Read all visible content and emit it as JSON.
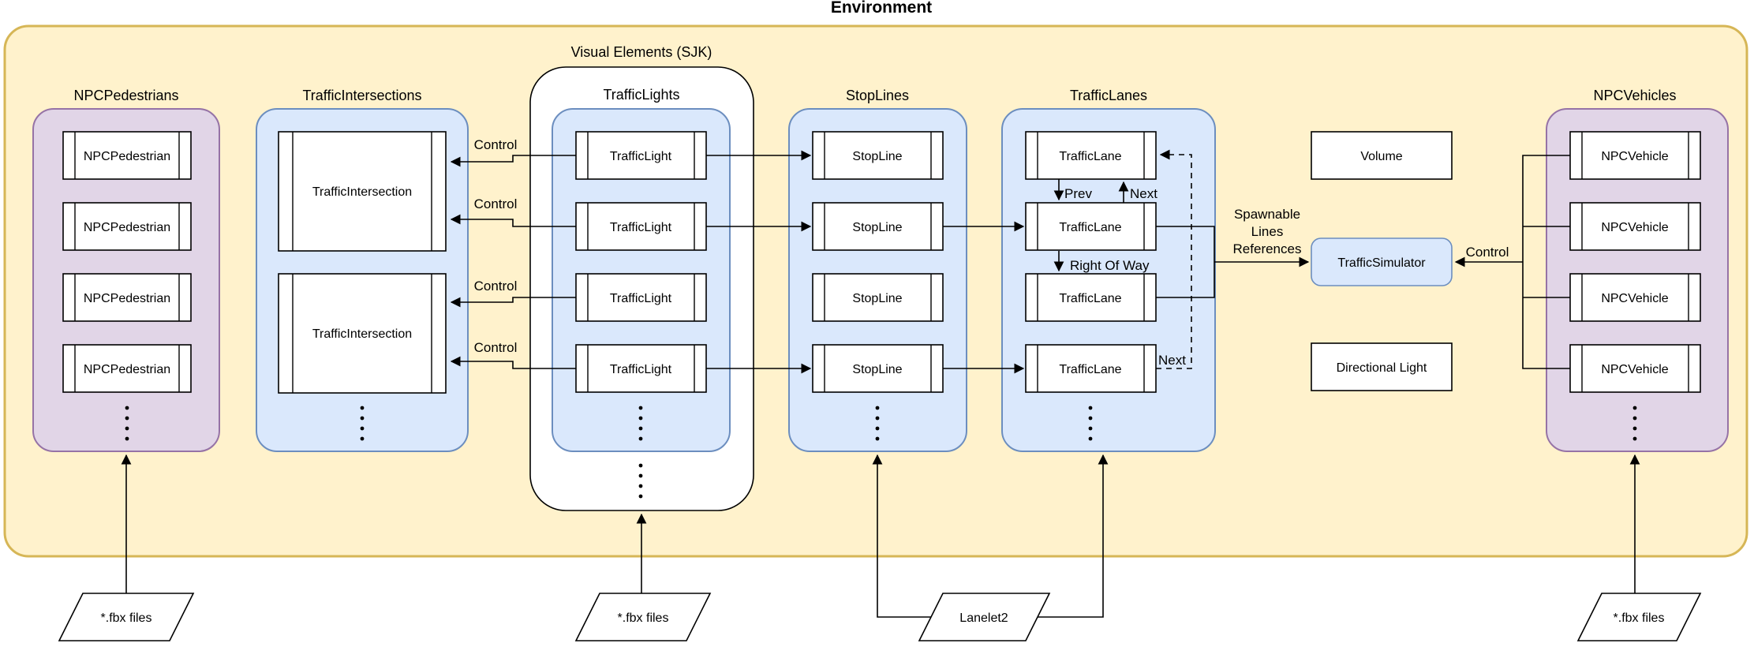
{
  "title": "Environment",
  "palette": {
    "environment_fill": "#FFF2CC",
    "environment_stroke": "#D6B656",
    "container_blue_fill": "#DAE8FC",
    "container_blue_stroke": "#6C8EBF",
    "container_purple_fill": "#E1D5E7",
    "container_purple_stroke": "#9673A6"
  },
  "groups": {
    "npc_pedestrians": {
      "label": "NPCPedestrians",
      "items": [
        "NPCPedestrian",
        "NPCPedestrian",
        "NPCPedestrian",
        "NPCPedestrian"
      ]
    },
    "traffic_intersections": {
      "label": "TrafficIntersections",
      "items": [
        "TrafficIntersection",
        "TrafficIntersection"
      ]
    },
    "visual_elements": {
      "label": "Visual Elements (SJK)",
      "traffic_lights": {
        "label": "TrafficLights",
        "items": [
          "TrafficLight",
          "TrafficLight",
          "TrafficLight",
          "TrafficLight"
        ]
      }
    },
    "stop_lines": {
      "label": "StopLines",
      "items": [
        "StopLine",
        "StopLine",
        "StopLine",
        "StopLine"
      ]
    },
    "traffic_lanes": {
      "label": "TrafficLanes",
      "items": [
        "TrafficLane",
        "TrafficLane",
        "TrafficLane",
        "TrafficLane"
      ]
    },
    "npc_vehicles": {
      "label": "NPCVehicles",
      "items": [
        "NPCVehicle",
        "NPCVehicle",
        "NPCVehicle",
        "NPCVehicle"
      ]
    }
  },
  "nodes": {
    "volume": "Volume",
    "traffic_simulator": "TrafficSimulator",
    "directional_light": "Directional Light"
  },
  "edges": {
    "control": "Control",
    "prev": "Prev",
    "next": "Next",
    "right_of_way": "Right Of Way",
    "spawnable_lines_references": [
      "Spawnable",
      "Lines",
      "References"
    ]
  },
  "external_inputs": {
    "fbx_files": "*.fbx files",
    "lanelet2": "Lanelet2"
  }
}
